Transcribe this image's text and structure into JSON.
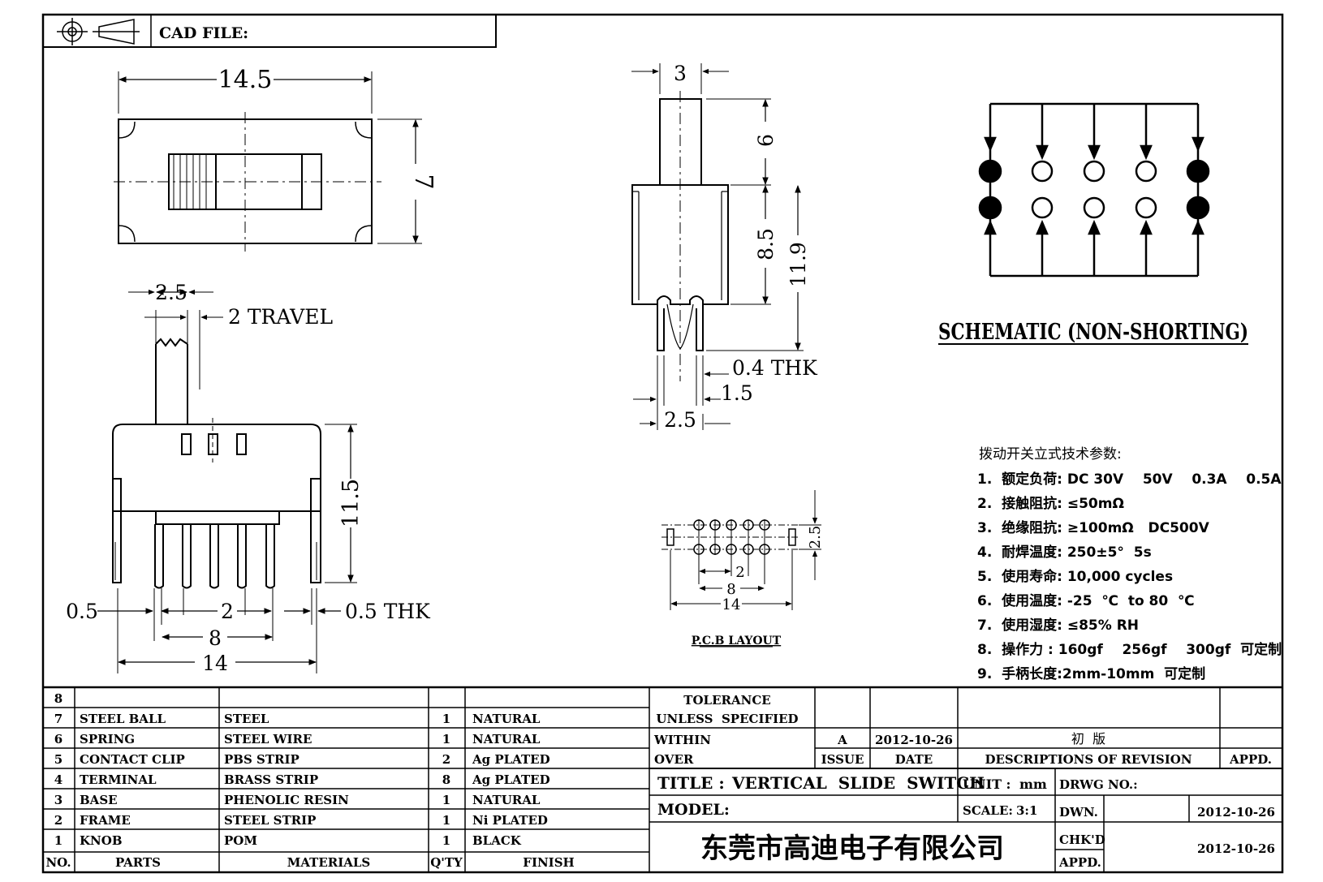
{
  "header": {
    "cad_file_label": "CAD FILE:"
  },
  "top_view": {
    "width_dim": "14.5",
    "height_dim": "7"
  },
  "side_view": {
    "actuator_dim": "2.5",
    "travel_label": "2 TRAVEL",
    "height_dim": "11.5",
    "pin_left_dim": "0.5",
    "pitch_dim": "2",
    "thk_label": "0.5 THK",
    "span8_dim": "8",
    "span14_dim": "14"
  },
  "end_view": {
    "knob_dim": "3",
    "knob_height_dim": "6",
    "body_height_dim": "8.5",
    "total_height_dim": "11.9",
    "thk_label": "0.4 THK",
    "pin_gap_dim": "1.5",
    "pin_span_dim": "2.5"
  },
  "pcb_layout": {
    "title": "P.C.B LAYOUT",
    "row_dim": "2.5",
    "pitch_dim": "2",
    "span8_dim": "8",
    "span14_dim": "14"
  },
  "schematic": {
    "title": "SCHEMATIC (NON-SHORTING)"
  },
  "specs": {
    "heading": "拨动开关立式技术参数:",
    "items": [
      "1.  额定负荷: DC 30V    50V    0.3A    0.5A",
      "2.  接触阻抗: ≤50mΩ",
      "3.  绝缘阻抗: ≥100mΩ   DC500V",
      "4.  耐焊温度: 250±5°  5s",
      "5.  使用寿命: 10,000 cycles",
      "6.  使用温度: -25  ℃  to 80  ℃",
      "7.  使用湿度: ≤85% RH",
      "8.  操作力 : 160gf    256gf    300gf  可定制",
      "9.  手柄长度:2mm-10mm  可定制"
    ]
  },
  "bom": {
    "headers": {
      "no": "NO.",
      "parts": "PARTS",
      "materials": "MATERIALS",
      "qty": "Q'TY",
      "finish": "FINISH"
    },
    "rows": [
      {
        "no": "8",
        "part": "",
        "material": "",
        "qty": "",
        "finish": ""
      },
      {
        "no": "7",
        "part": "STEEL BALL",
        "material": "STEEL",
        "qty": "1",
        "finish": "NATURAL"
      },
      {
        "no": "6",
        "part": "SPRING",
        "material": "STEEL WIRE",
        "qty": "1",
        "finish": "NATURAL"
      },
      {
        "no": "5",
        "part": "CONTACT CLIP",
        "material": "PBS STRIP",
        "qty": "2",
        "finish": "Ag PLATED"
      },
      {
        "no": "4",
        "part": "TERMINAL",
        "material": "BRASS STRIP",
        "qty": "8",
        "finish": "Ag PLATED"
      },
      {
        "no": "3",
        "part": "BASE",
        "material": "PHENOLIC RESIN",
        "qty": "1",
        "finish": "NATURAL"
      },
      {
        "no": "2",
        "part": "FRAME",
        "material": "STEEL STRIP",
        "qty": "1",
        "finish": "Ni PLATED"
      },
      {
        "no": "1",
        "part": "KNOB",
        "material": "POM",
        "qty": "1",
        "finish": "BLACK"
      }
    ]
  },
  "title_block": {
    "tolerance_1": "TOLERANCE",
    "tolerance_2": "UNLESS  SPECIFIED",
    "within": "WITHIN",
    "over": "OVER",
    "issue_value": "A",
    "date_value": "2012-10-26",
    "revision_value": "初  版",
    "issue_label": "ISSUE",
    "date_label": "DATE",
    "desc_label": "DESCRIPTIONS OF REVISION",
    "appd_label": "APPD.",
    "title_label": "TITLE :",
    "title_value": "VERTICAL  SLIDE  SWITCH",
    "unit_label": "UNIT :",
    "unit_value": "mm",
    "drwg_label": "DRWG NO.:",
    "model_label": "MODEL:",
    "scale_label": "SCALE:",
    "scale_value": "3:1",
    "dwn_label": "DWN.",
    "dwn_date": "2012-10-26",
    "chkd_label": "CHK'D",
    "chkd_date": "2012-10-26",
    "appd2_label": "APPD.",
    "company": "东莞市高迪电子有限公司"
  }
}
